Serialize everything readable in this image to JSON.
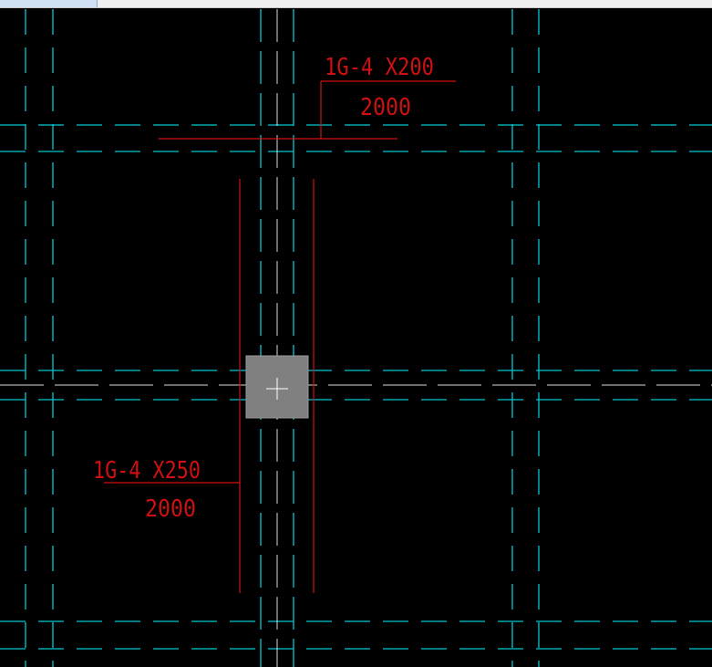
{
  "window": {
    "tab_label": ""
  },
  "colors": {
    "background": "#000000",
    "beam_edge": "#00c8d0",
    "annotation": "#d01010",
    "column_fill": "#808080",
    "cursor": "#ffffff",
    "toolbar": "#f0f0f0"
  },
  "annotations": {
    "top_beam": {
      "rebar": "1G-4 X200",
      "length": "2000"
    },
    "left_beam": {
      "rebar": "1G-4 X250",
      "length": "2000"
    }
  }
}
